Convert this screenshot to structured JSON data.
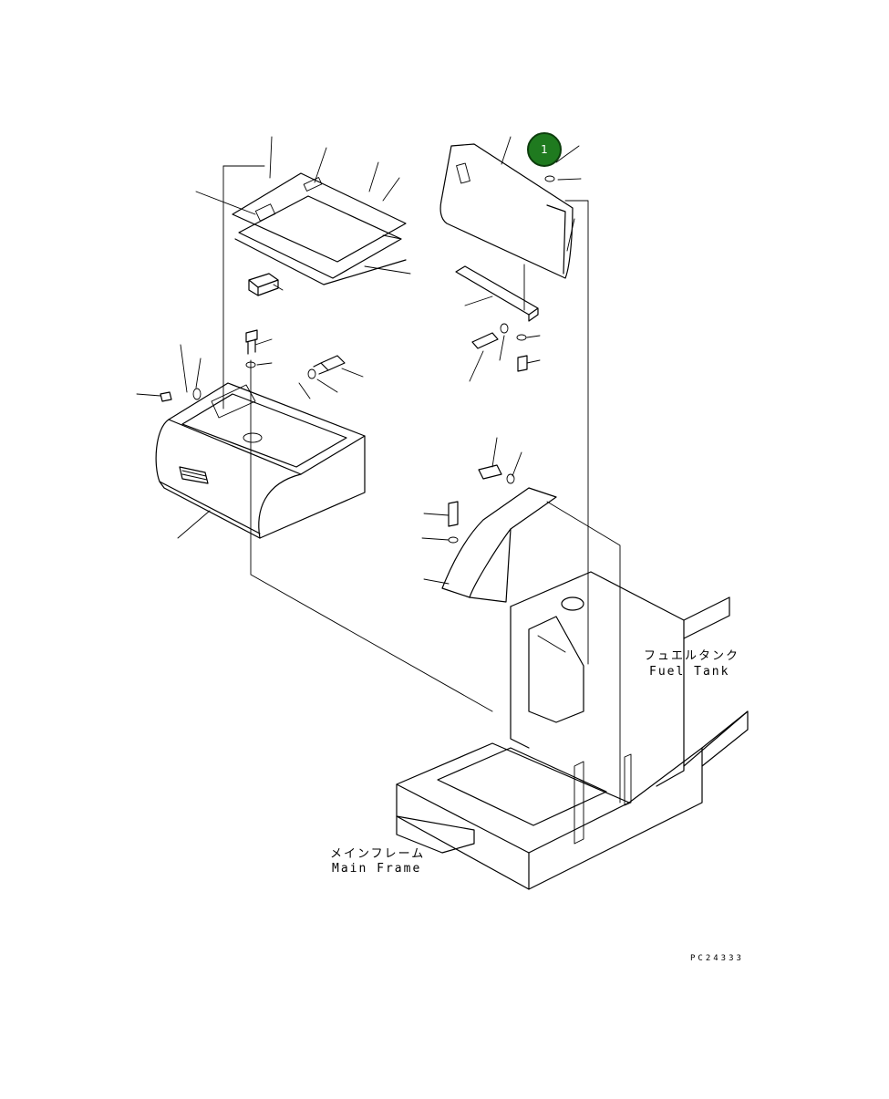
{
  "labels": {
    "fuel_tank_jp": "フュエルタンク",
    "fuel_tank_en": "Fuel Tank",
    "main_frame_jp": "メインフレーム",
    "main_frame_en": "Main Frame"
  },
  "drawing_code": "PC24333",
  "callouts": [
    {
      "number": "1",
      "color": "#1f7a1f"
    }
  ]
}
